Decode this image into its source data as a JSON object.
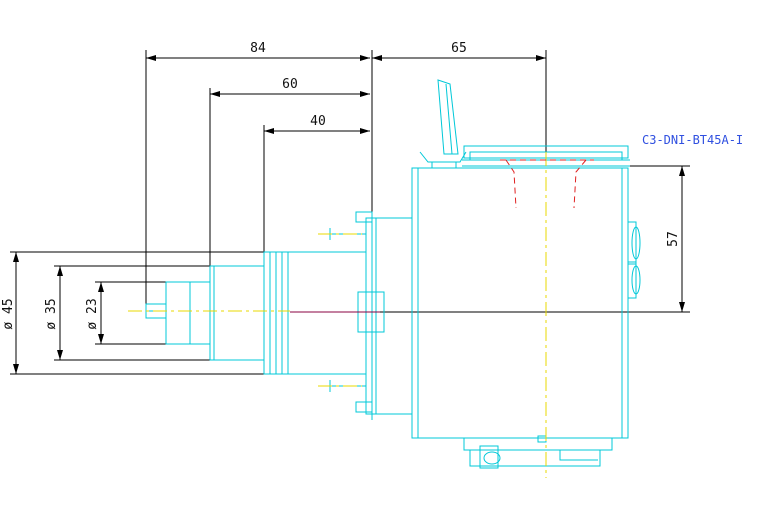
{
  "dimensions": {
    "top_84": "84",
    "top_65": "65",
    "mid_60": "60",
    "mid_40": "40",
    "right_57": "57",
    "dia_45": "ø 45",
    "dia_35": "ø 35",
    "dia_23": "ø 23"
  },
  "part_label": "C3-DNI-BT45A-I",
  "colors": {
    "outline": "#00c8d8",
    "dimension": "#000000",
    "center": "#e8d800",
    "hidden": "#e02020",
    "label": "#3050e0",
    "axis": "#8a0040"
  }
}
